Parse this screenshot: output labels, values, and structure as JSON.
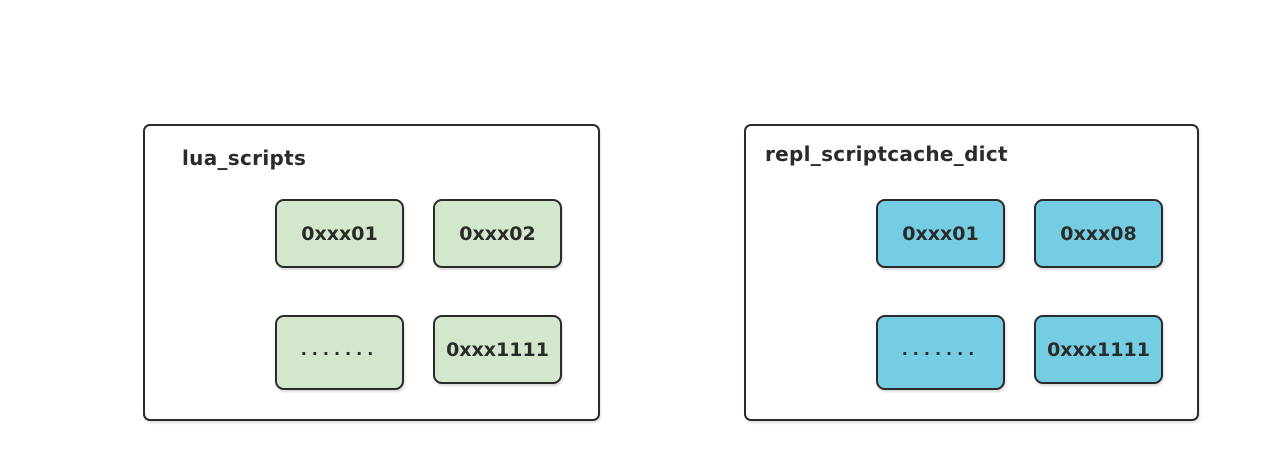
{
  "diagram": {
    "background": "#ffffff",
    "stroke_color": "#2b2b2b",
    "text_color": "#2b2b2b",
    "panels": [
      {
        "title": "lua_scripts",
        "box_fill": "#d3e7cd",
        "boxes": [
          "0xxx01",
          "0xxx02",
          ".......",
          "0xxx1111"
        ]
      },
      {
        "title": "repl_scriptcache_dict",
        "box_fill": "#74cde2",
        "boxes": [
          "0xxx01",
          "0xxx08",
          ".......",
          "0xxx1111"
        ]
      }
    ]
  }
}
